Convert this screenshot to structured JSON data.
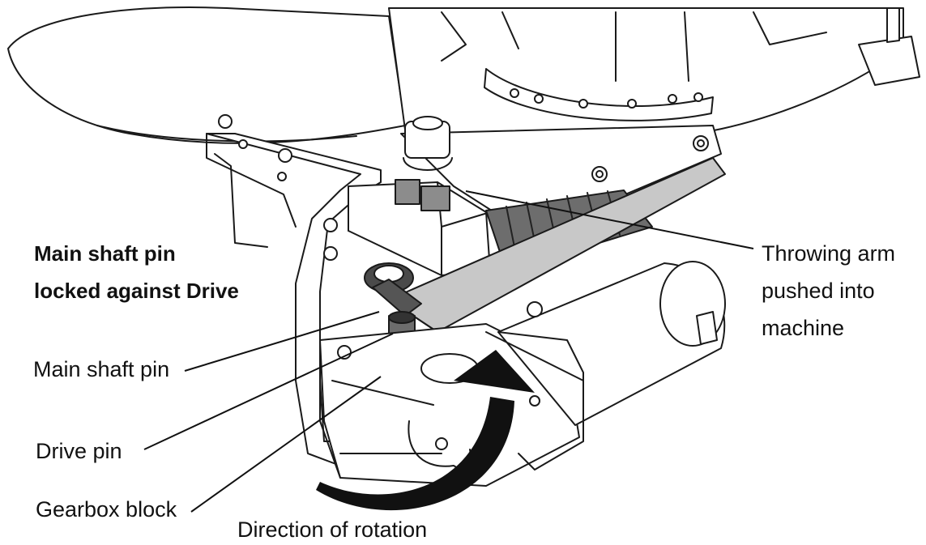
{
  "title": {
    "line1": "Main shaft pin",
    "line2": "locked against Drive"
  },
  "labels": {
    "main_shaft_pin": "Main shaft pin",
    "drive_pin": "Drive pin",
    "gearbox_block": "Gearbox block",
    "direction_of_rotation": "Direction of rotation",
    "throwing_arm_line1": "Throwing arm",
    "throwing_arm_line2": "pushed into",
    "throwing_arm_line3": "machine"
  }
}
